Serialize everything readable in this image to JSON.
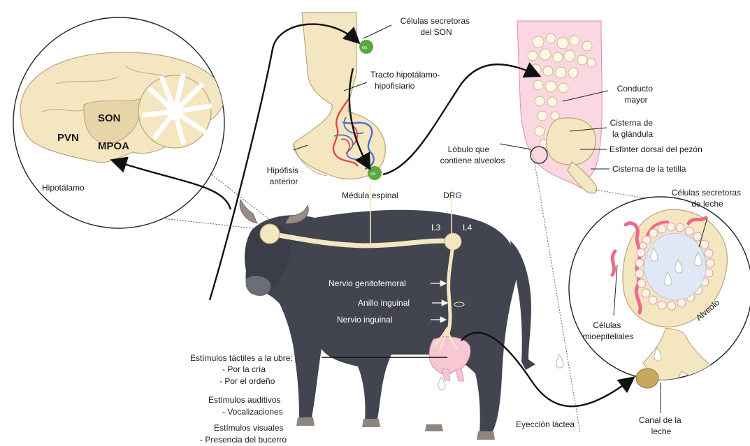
{
  "brain": {
    "son": "SON",
    "pvn": "PVN",
    "mpoa": "MPOA",
    "hypothalamus": "Hipotálamo"
  },
  "pituitary": {
    "son_cells": [
      "Células secretoras",
      "del SON"
    ],
    "tract": [
      "Tracto hipotálamo-",
      "hipofisiario"
    ],
    "anterior": [
      "Hipófisis",
      "anterior"
    ],
    "ox_top": "ox",
    "ox_bottom": "ox"
  },
  "gland": {
    "duct": [
      "Conducto",
      "mayor"
    ],
    "cistern": [
      "Cisterna de",
      "la glándula"
    ],
    "sphincter": "Esfínter dorsal del pezón",
    "teat_cistern": "Cisterna de la tetilla",
    "lobule": [
      "Lóbulo que",
      "contiene alveolos"
    ]
  },
  "spine": {
    "medulla": "Médula espinal",
    "drg": "DRG",
    "l3": "L3",
    "l4": "L4"
  },
  "nerves": {
    "genitofemoral": "Nervio genitofemoral",
    "inguinal_ring": "Anillo inguinal",
    "inguinal": "Nervio inguinal"
  },
  "alveolus": {
    "secretory": [
      "Células secretoras",
      "de leche"
    ],
    "myoepithelial": [
      "Células",
      "mioepiteliales"
    ],
    "alveolo": "Alveolo",
    "canal": [
      "Canal de la",
      "leche"
    ]
  },
  "stimuli": {
    "tactile_title": "Estímulos táctiles a la ubre:",
    "tactile_items": [
      "-  Por la cría",
      "-  Por el ordeño"
    ],
    "auditory_title": "Estímulos auditivos",
    "auditory_items": [
      "-  Vocalizaciones"
    ],
    "visual_title": "Estímulos visuales",
    "visual_items": [
      "-  Presencia del bucerro"
    ]
  },
  "ejection": "Eyección láctea",
  "colors": {
    "tissue": "#f4e6c0",
    "tissue_stroke": "#b9a679",
    "buffalo": "#424550",
    "gland_pink": "#fbd7e1",
    "ox_green": "#5aa83e",
    "vessel_red": "#e04848",
    "vessel_blue": "#4a6fd0",
    "myo_pink": "#ef6a8a"
  }
}
